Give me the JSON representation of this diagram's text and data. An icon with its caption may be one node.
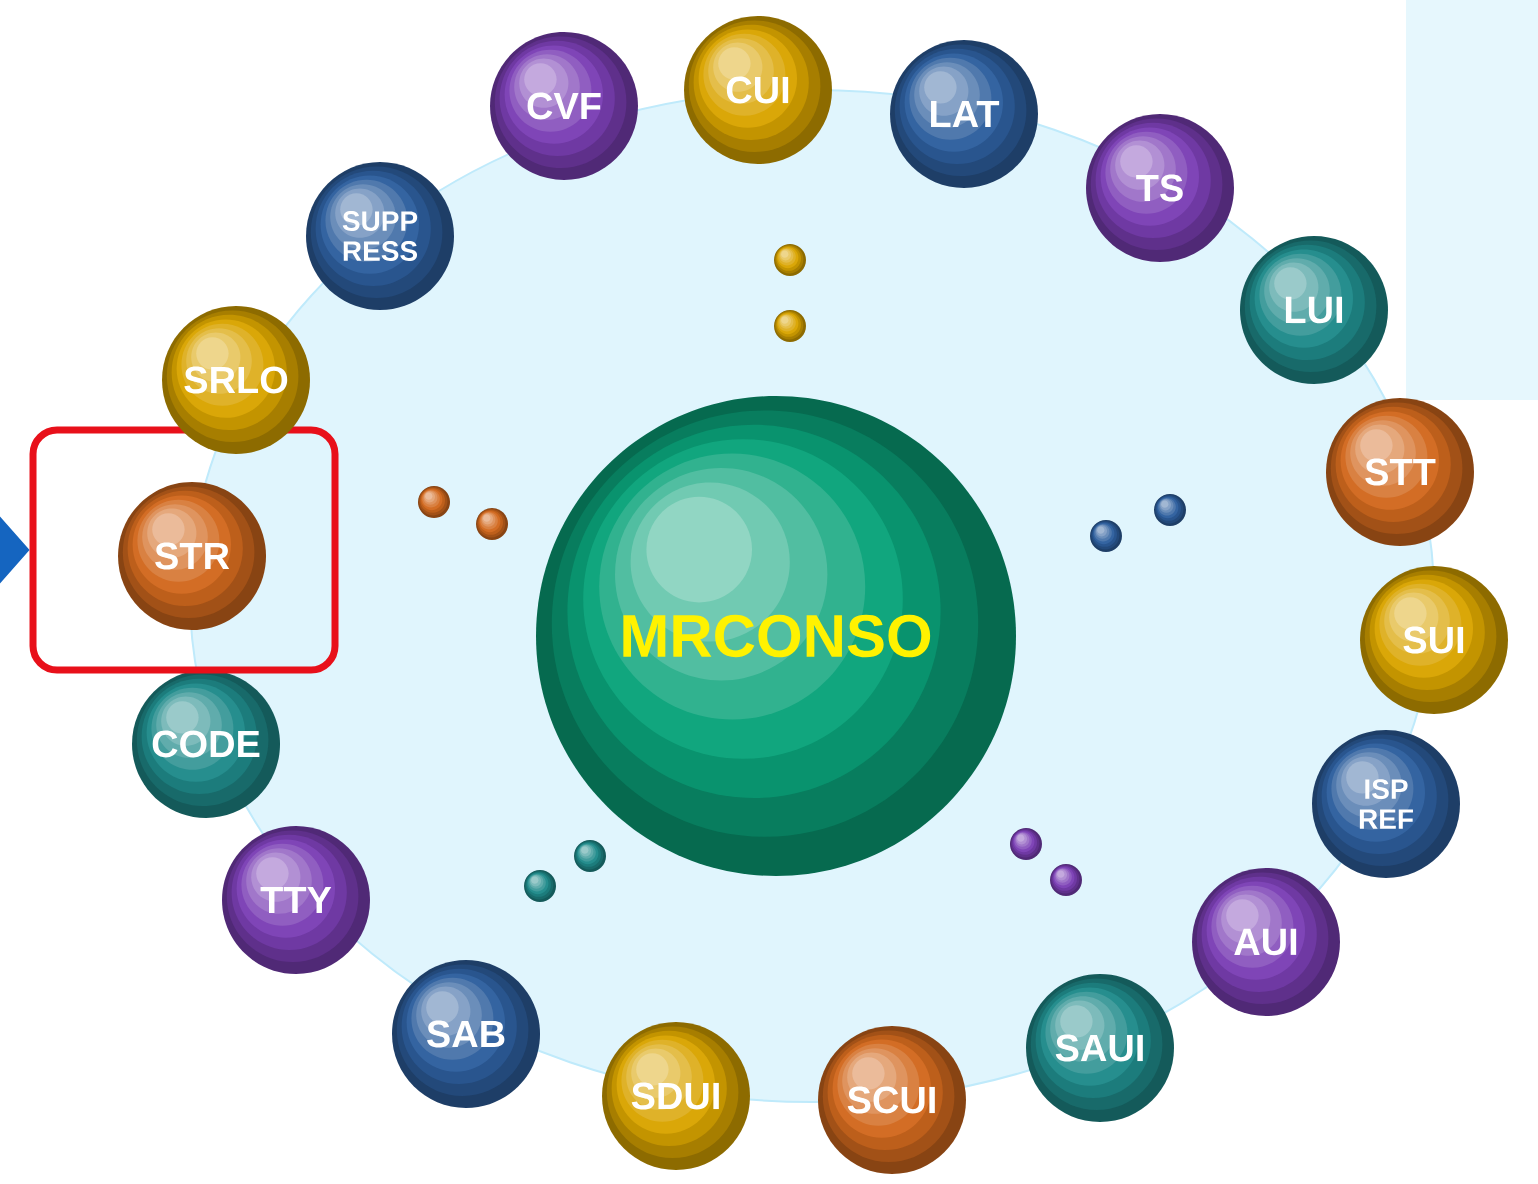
{
  "diagram": {
    "nodes": [
      {
        "text": [
          "MRCONSO"
        ]
      },
      {
        "text": [
          "CVF"
        ]
      },
      {
        "text": [
          "CUI"
        ]
      },
      {
        "text": [
          "LAT"
        ]
      },
      {
        "text": [
          "TS"
        ]
      },
      {
        "text": [
          "LUI"
        ]
      },
      {
        "text": [
          "STT"
        ]
      },
      {
        "text": [
          "SUI"
        ]
      },
      {
        "text": [
          "ISP REF"
        ]
      },
      {
        "text": [
          "AUI"
        ]
      },
      {
        "text": [
          "SAUI"
        ]
      },
      {
        "text": [
          "SCUI"
        ]
      },
      {
        "text": [
          "SDUI"
        ]
      },
      {
        "text": [
          "SAB"
        ]
      },
      {
        "text": [
          "TTY"
        ]
      },
      {
        "text": [
          "CODE"
        ]
      },
      {
        "text": [],
        "shape": "box"
      },
      {
        "text": [
          "STR"
        ],
        "in": 16
      },
      {
        "text": [
          "SRLO"
        ]
      },
      {
        "text": [
          "SUPP RESS"
        ]
      }
    ],
    "edges": [
      {
        "from": null,
        "to": 16,
        "arrow": "to"
      }
    ]
  }
}
